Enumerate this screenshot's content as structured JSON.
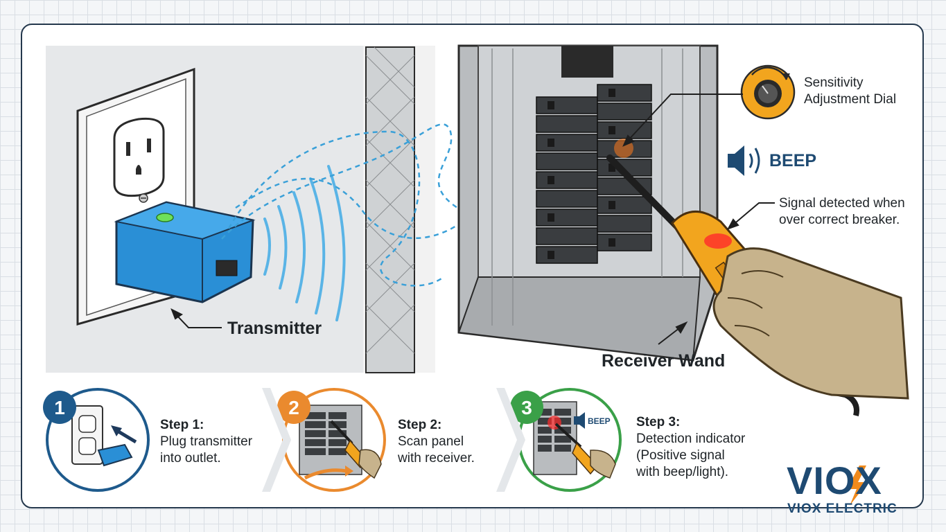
{
  "labels": {
    "transmitter": "Transmitter",
    "receiver_wand": "Receiver Wand",
    "sensitivity_line1": "Sensitivity",
    "sensitivity_line2": "Adjustment Dial",
    "beep": "BEEP",
    "signal_line1": "Signal detected when",
    "signal_line2": "over correct breaker."
  },
  "steps": [
    {
      "number": "1",
      "title": "Step 1:",
      "line1": "Plug transmitter",
      "line2": "into outlet.",
      "line3": "",
      "color": "#1e5a8c"
    },
    {
      "number": "2",
      "title": "Step 2:",
      "line1": "Scan panel",
      "line2": "with receiver.",
      "line3": "",
      "color": "#ea8a2e"
    },
    {
      "number": "3",
      "title": "Step 3:",
      "line1": "Detection indicator",
      "line2": "(Positive signal",
      "line3": "with beep/light).",
      "color": "#3aa048"
    }
  ],
  "step3_badge": "BEEP",
  "brand": {
    "name": "VIOX",
    "tagline": "VIOX ELECTRIC",
    "primary_color": "#1e4a72",
    "accent_color": "#f08a1c"
  },
  "colors": {
    "transmitter_body": "#2a8fd6",
    "led_green": "#6ee05a",
    "wand_body": "#f2a51e",
    "signal_wave": "#3aa0d8",
    "led_red": "#ff2a2a"
  }
}
